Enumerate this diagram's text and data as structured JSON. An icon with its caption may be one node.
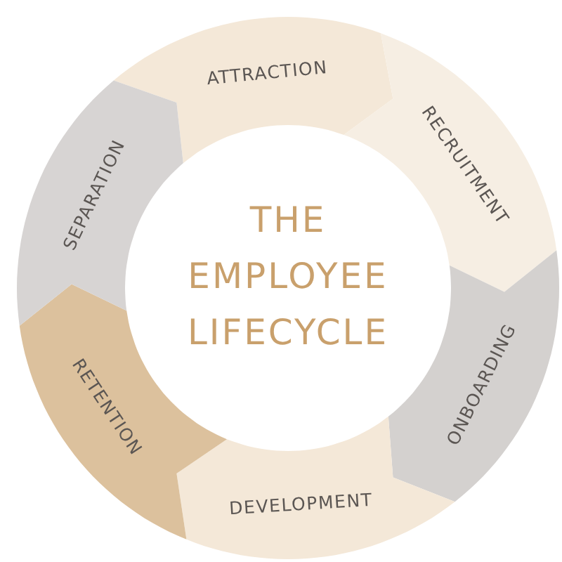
{
  "diagram": {
    "nodes": [
      {
        "text": [
          "THE EMPLOYEE LIFECYCLE"
        ]
      },
      {
        "text": [
          "ATTRACTION"
        ]
      },
      {
        "text": [
          "RECRUITMENT"
        ]
      },
      {
        "text": [
          "ONBOARDING"
        ]
      },
      {
        "text": [
          "DEVELOPMENT"
        ]
      },
      {
        "text": [
          "RETENTION"
        ]
      },
      {
        "text": [
          "SEPARATION"
        ]
      }
    ]
  }
}
